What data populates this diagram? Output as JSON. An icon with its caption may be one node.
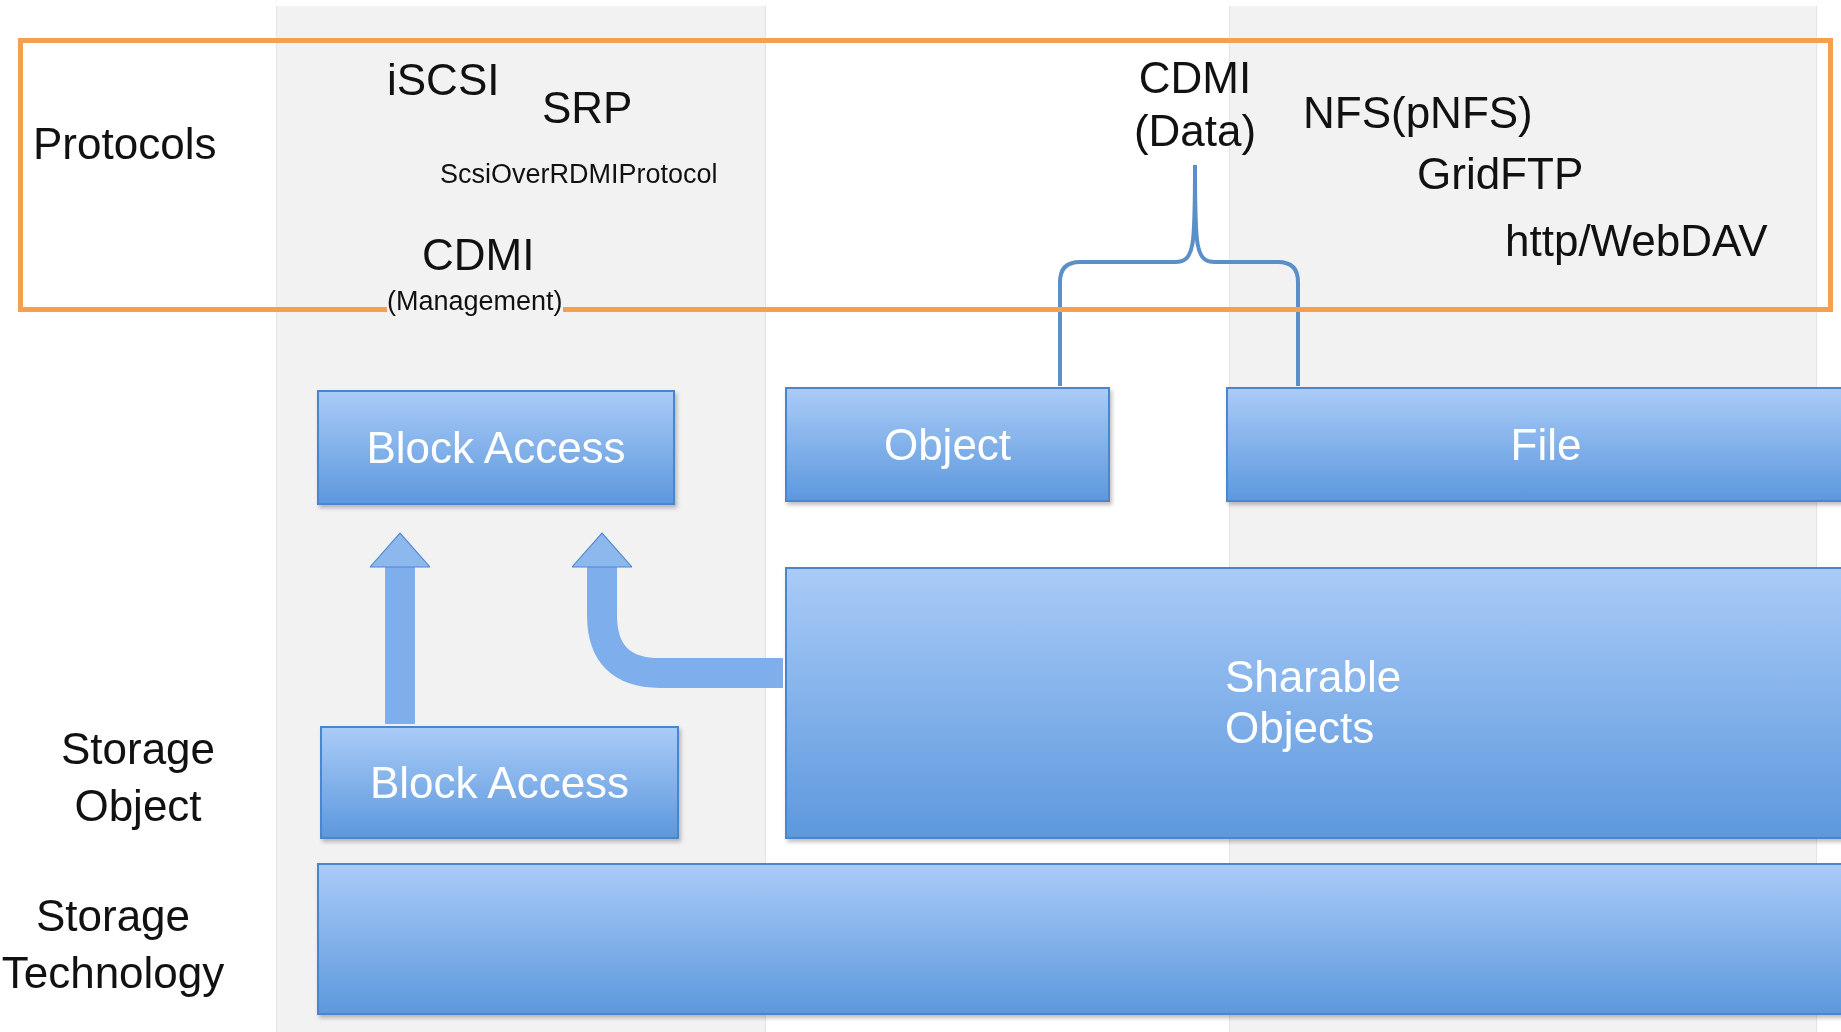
{
  "diagram": {
    "nodes": [
      {
        "text": [
          "Protocols"
        ]
      },
      {
        "text": [
          "CDMI (Data)"
        ],
        "in": 0
      },
      {
        "text": [
          "Block Access"
        ]
      },
      {
        "text": [
          "Object"
        ]
      },
      {
        "text": [
          "File"
        ]
      },
      {
        "text": [
          "Sharable Objects"
        ]
      },
      {
        "text": [
          "Block Access"
        ]
      },
      {
        "text": [],
        "shape": "box"
      }
    ],
    "edges": [
      {
        "from": 1,
        "to": 3,
        "arrow": "none"
      },
      {
        "from": 1,
        "to": 4,
        "arrow": "none"
      },
      {
        "from": 6,
        "to": 2,
        "arrow": "to",
        "style": "thick"
      },
      {
        "from": 5,
        "to": 2,
        "arrow": "to",
        "style": "thick"
      }
    ],
    "labels": [
      "iSCSI",
      "SRP",
      "ScsiOverRDMIProtocol",
      "CDMI",
      "(Management)",
      "NFS(pNFS)",
      "GridFTP",
      "http/WebDAV",
      "Storage Object",
      "Storage Technology"
    ]
  }
}
